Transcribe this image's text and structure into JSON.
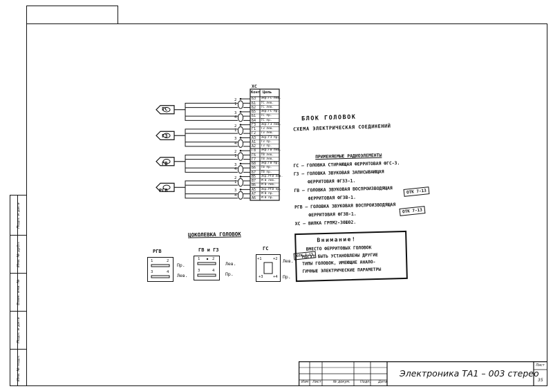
{
  "connector": {
    "name": "ХС",
    "col_contact": "Конт",
    "col_circuit": "Цепь",
    "rows": [
      {
        "c": "Б3",
        "n": "Экр.ГС лев."
      },
      {
        "c": "Б1",
        "n": "ГС лев."
      },
      {
        "c": "Б2",
        "n": "ГС лев."
      },
      {
        "c": "Б5",
        "n": "Экр.ГС пр."
      },
      {
        "c": "Б1",
        "n": "ГС пр."
      },
      {
        "c": "Б4",
        "n": "ГС пр."
      },
      {
        "c": "Г3",
        "n": "Экр.ГЗ лев."
      },
      {
        "c": "Г1",
        "n": "ГЗ лев."
      },
      {
        "c": "Г2",
        "n": "ГЗ лев."
      },
      {
        "c": "А3",
        "n": "Экр.ГЗ пр."
      },
      {
        "c": "А1",
        "n": "ГЗ пр."
      },
      {
        "c": "А2",
        "n": "ГЗ пр."
      },
      {
        "c": "Г8",
        "n": "Экр.ГВ лев."
      },
      {
        "c": "Г6",
        "n": "ГВ лев."
      },
      {
        "c": "Г7",
        "n": "ГВ лев."
      },
      {
        "c": "Б8",
        "n": "Экр.ГВ пр."
      },
      {
        "c": "Б6",
        "n": "ГВ пр."
      },
      {
        "c": "Б7",
        "n": "ГВ пр."
      },
      {
        "c": "В5",
        "n": "Экр.РГВ лев."
      },
      {
        "c": "В7",
        "n": "РГВ лев."
      },
      {
        "c": "В6",
        "n": "РГВ лев."
      },
      {
        "c": "А5",
        "n": "Экр.РГВ пр."
      },
      {
        "c": "А7",
        "n": "РГВ пр."
      },
      {
        "c": "А6",
        "n": "РГВ пр."
      }
    ]
  },
  "heads": [
    {
      "label": "ГС",
      "pins": [
        "2",
        "1",
        "3",
        "4"
      ]
    },
    {
      "label": "ГЗ",
      "pins": [
        "2",
        "1",
        "3",
        "4"
      ]
    },
    {
      "label": "ГВ",
      "pins": [
        "2",
        "1",
        "3",
        "4"
      ]
    },
    {
      "label": "РГВ",
      "pins": [
        "2",
        "1",
        "3",
        "4"
      ]
    }
  ],
  "title": {
    "line1": "БЛОК ГОЛОВОК",
    "line2": "СХЕМА ЭЛЕКТРИЧЕСКАЯ СОЕДИНЕНИЙ"
  },
  "notes": {
    "header": "ПРИМЕНЯЕМЫЕ РАДИОЭЛЕМЕНТЫ",
    "lines": [
      "ГС – ГОЛОВКА СТИРАЮЩАЯ ФЕРРИТОВАЯ ФГС-3.",
      "ГЗ – ГОЛОВКА ЗВУКОВАЯ ЗАПИСЫВАЮЩАЯ",
      "ФЕРРИТОВАЯ ФГЗЗ-1.",
      "ГВ – ГОЛОВКА ЗВУКОВАЯ ВОСПРОИЗВОДЯЩАЯ",
      "ФЕРРИТОВАЯ ФГЗВ-1.",
      "РГВ – ГОЛОВКА ЗВУКОВАЯ ВОСПРОИЗВОДЯЩАЯ",
      "ФЕРРИТОВАЯ ФГЗВ-1.",
      "ХС – ВИЛКА ГРПМ2-30Ш02."
    ],
    "stamp": "ОТК 7-13"
  },
  "warning": {
    "title": "Внимание!",
    "lines": [
      "ВМЕСТО ФЕРРИТОВЫХ ГОЛОВОК",
      "МОГУТ БЫТЬ УСТАНОВЛЕНЫ ДРУГИЕ",
      "ТИПЫ ГОЛОВОК, ИМЕЮЩИЕ АНАЛО-",
      "ГИЧНЫЕ ЭЛЕКТРИЧЕСКИЕ ПАРАМЕТРЫ"
    ]
  },
  "socket": {
    "title": "ЦОКОЛЕВКА ГОЛОВОК",
    "groups": [
      {
        "label": "РГВ",
        "pins_top": [
          "1",
          "2"
        ],
        "pins_bottom": [
          "3",
          "4"
        ],
        "side_top": "Пр.",
        "side_bottom": "Лев."
      },
      {
        "label": "ГВ и ГЗ",
        "pins_top": [
          "1",
          "2"
        ],
        "pins_bottom": [
          "3",
          "4"
        ],
        "side_top": "Лев.",
        "side_bottom": "Пр."
      },
      {
        "label": "ГС",
        "pins_top": [
          "+1",
          "+2"
        ],
        "pins_bottom": [
          "+3",
          "+4"
        ],
        "side_top": "Лев.",
        "side_bottom": "Пр."
      }
    ]
  },
  "side_strip": [
    "Инв. № подл.",
    "Подп. и дата",
    "Взам. инв. №",
    "Инв. № дубл.",
    "Подп. и дата"
  ],
  "title_block": {
    "title": "Электроника ТА1 – 003 стерео",
    "cols": [
      "Изм",
      "Лист",
      "№ докум.",
      "Подп.",
      "Дата"
    ],
    "sheet_label": "Лист",
    "sheet_no": "35"
  }
}
